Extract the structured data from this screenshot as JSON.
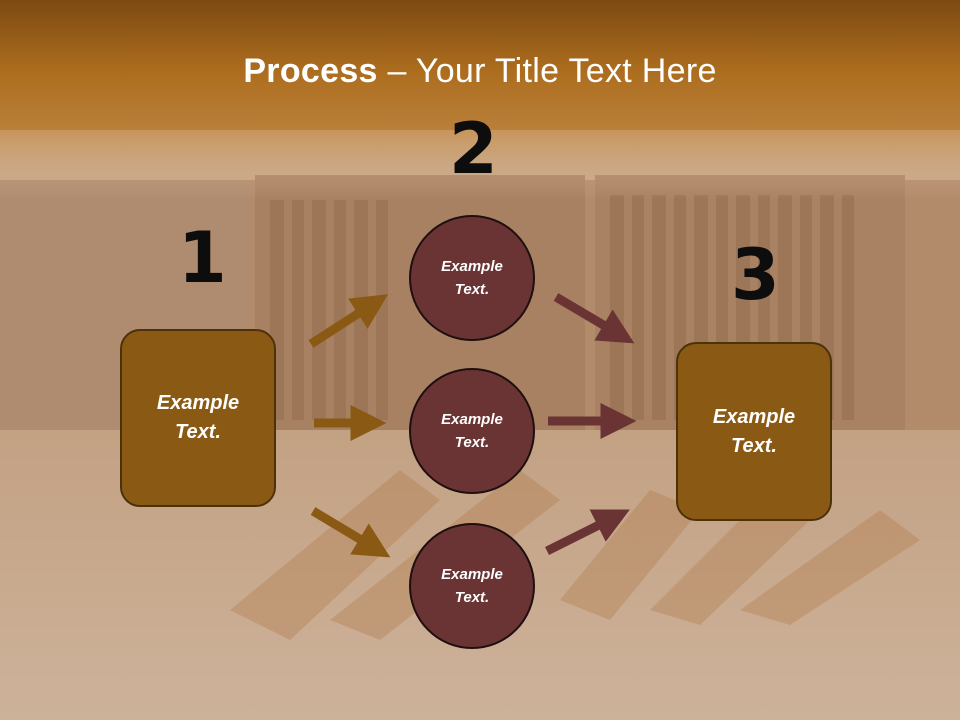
{
  "slide": {
    "title_bold": "Process",
    "title_rest": " – Your Title Text Here"
  },
  "steps": {
    "left": {
      "number": "1",
      "text": "Example\nText."
    },
    "middle": {
      "number": "2",
      "nodes": [
        "Example\nText.",
        "Example\nText.",
        "Example\nText."
      ]
    },
    "right": {
      "number": "3",
      "text": "Example\nText."
    }
  },
  "colors": {
    "header": "#a5681c",
    "box_fill": "#8a5a14",
    "circle_fill": "#6a3434",
    "arrow_left": "#8a5a14",
    "arrow_right": "#6a3434"
  }
}
